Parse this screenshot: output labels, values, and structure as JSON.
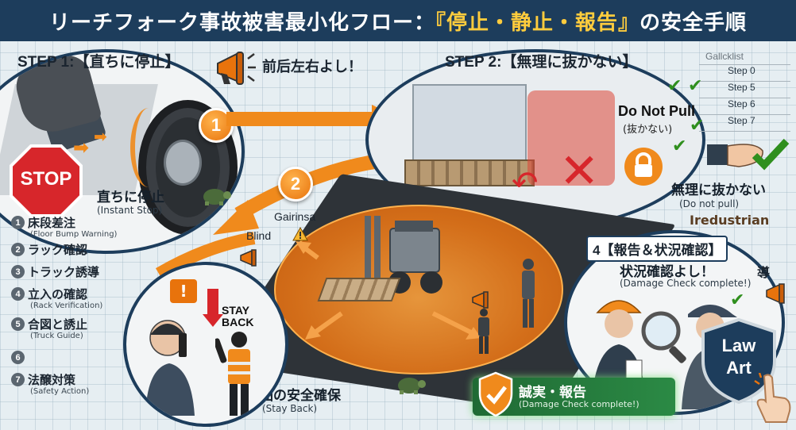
{
  "title": {
    "before": "リーチフォーク事故被害最小化フロー：",
    "highlight": "『停止・静止・報告』",
    "after": "の安全手順"
  },
  "step1": {
    "label": "STEP 1:【直ちに停止】",
    "shout": "前后左右よし！",
    "badge": "1",
    "stop_sign": "STOP",
    "caption_ja": "直ちに停止",
    "caption_en": "(Instant Stop)"
  },
  "step2": {
    "label": "STEP 2:【無理に抜かない】",
    "badge": "2",
    "do_not_pull": "Do Not Pull",
    "do_not_pull_ja": "(抜かない)",
    "caption_ja": "無理に抜かない",
    "caption_en": "(Do not pull)",
    "partial_text": "Iredustrian"
  },
  "checklist": {
    "title": "Gallcklist",
    "items": [
      "Step 0",
      "Step 5",
      "Step 6",
      "Step 7"
    ]
  },
  "center": {
    "label_gairinsa": "Gairinsa",
    "label_blind": "Blind",
    "caption_ja": "周囲の安全確保",
    "caption_en": "(Stay Back)"
  },
  "left_list": [
    {
      "num": "1",
      "ja": "床段差注",
      "en": "(Floor Bump Warning)"
    },
    {
      "num": "2",
      "ja": "ラック確認",
      "en": ""
    },
    {
      "num": "3",
      "ja": "トラック誘導",
      "en": ""
    },
    {
      "num": "4",
      "ja": "立入の確認",
      "en": "(Rack Verification)"
    },
    {
      "num": "5",
      "ja": "合図と誘止",
      "en": "(Truck Guide)"
    },
    {
      "num": "6",
      "ja": "",
      "en": ""
    },
    {
      "num": "7",
      "ja": "法醸対策",
      "en": "(Safety Action)"
    }
  ],
  "stay_back": {
    "line1": "STAY",
    "line2": "BACK",
    "alert": "!"
  },
  "step4": {
    "label": "4【報告＆状況確認】",
    "caption_ja": "状況確認よし！",
    "caption_en": "(Damage Check complete!)",
    "side_text": "導"
  },
  "report": {
    "ja": "誠実・報告",
    "en": "(Damage Check complete!)"
  },
  "logo": {
    "line1": "Law",
    "line2": "Art"
  },
  "colors": {
    "navy": "#1d3d5c",
    "orange": "#f08a1c",
    "red": "#d7262b",
    "green": "#2f8f1e",
    "yellow": "#ffcc3d"
  }
}
